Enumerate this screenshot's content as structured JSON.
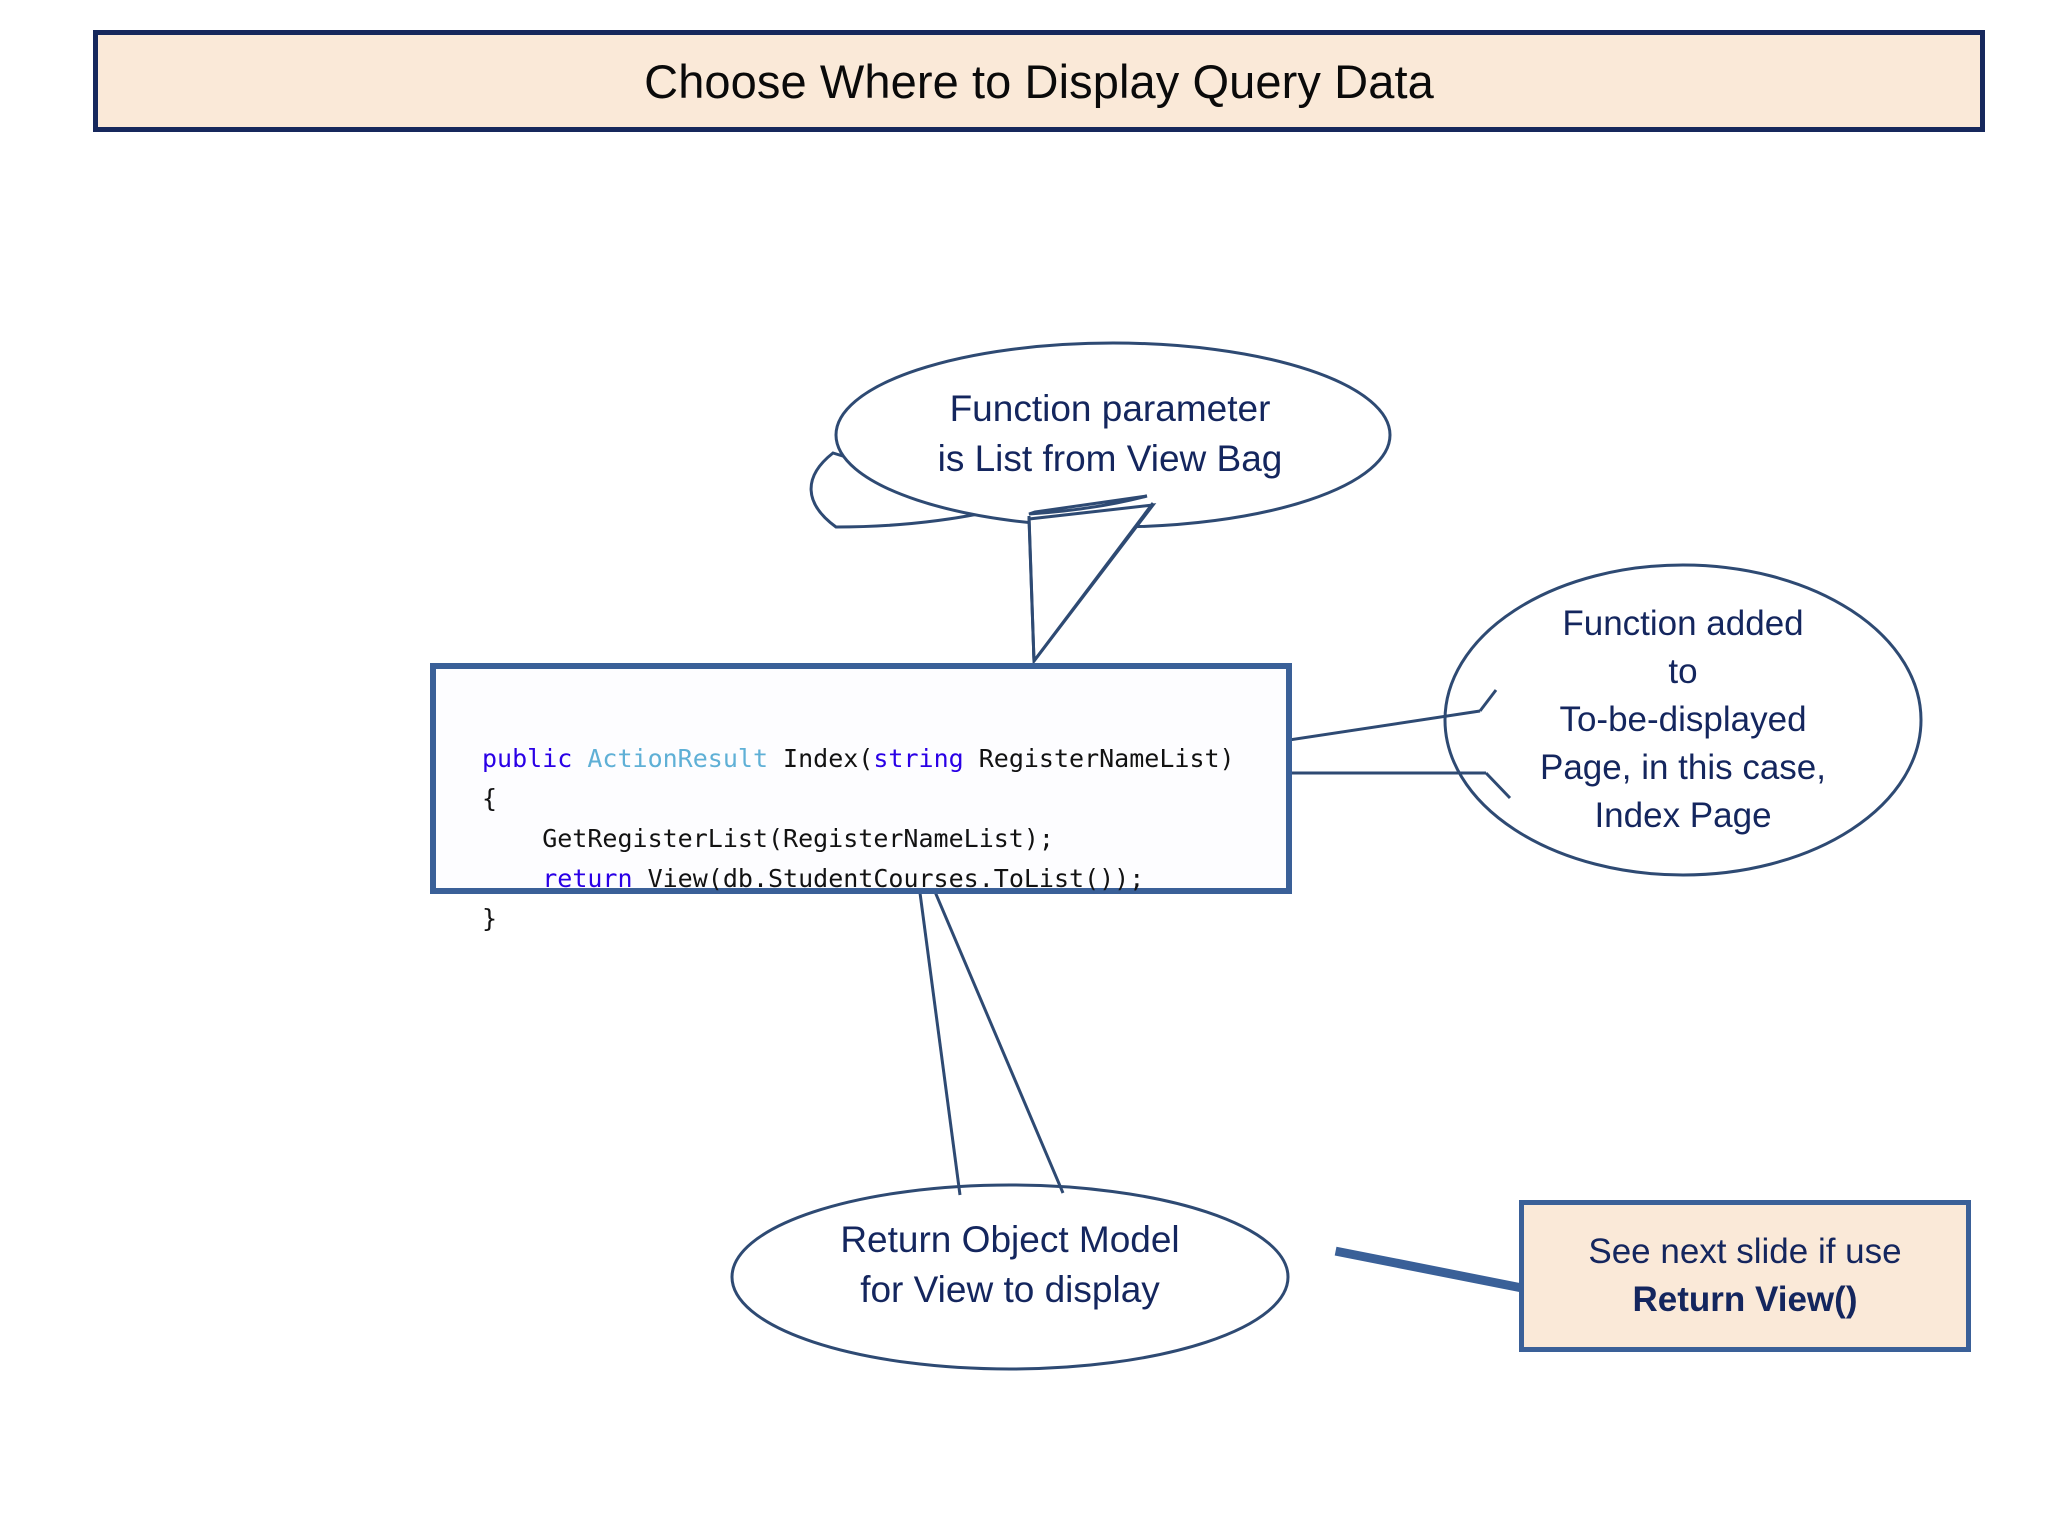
{
  "slide": {
    "title": "Choose Where to Display Query Data",
    "background": "#ffffff"
  },
  "colors": {
    "title_border": "#16285c",
    "title_fill": "#fae9d8",
    "code_border": "#3a6098",
    "callout_stroke": "#2e4a73",
    "callout_text": "#14265e",
    "note_fill": "#fae9d8",
    "note_border": "#3a6098",
    "keyword": "#2a00e6",
    "type": "#5fb0d6"
  },
  "code_block": {
    "language": "csharp",
    "lines": [
      {
        "id": "line-signature",
        "tokens": [
          {
            "text": "public",
            "style": "keyword"
          },
          {
            "text": " ",
            "style": "plain"
          },
          {
            "text": "ActionResult",
            "style": "type"
          },
          {
            "text": " Index(",
            "style": "plain"
          },
          {
            "text": "string",
            "style": "keyword"
          },
          {
            "text": " RegisterNameList)",
            "style": "plain"
          }
        ]
      },
      {
        "id": "line-open-brace",
        "tokens": [
          {
            "text": "{",
            "style": "plain"
          }
        ]
      },
      {
        "id": "line-getregisterlist",
        "tokens": [
          {
            "text": "    GetRegisterList(RegisterNameList);",
            "style": "plain"
          }
        ]
      },
      {
        "id": "line-return-view",
        "tokens": [
          {
            "text": "    ",
            "style": "plain"
          },
          {
            "text": "return",
            "style": "keyword"
          },
          {
            "text": " View(db.StudentCourses.ToList());",
            "style": "plain"
          }
        ]
      },
      {
        "id": "line-close-brace",
        "tokens": [
          {
            "text": "}",
            "style": "plain"
          }
        ]
      }
    ],
    "plain_text": "public ActionResult Index(string RegisterNameList)\n{\n    GetRegisterList(RegisterNameList);\n    return View(db.StudentCourses.ToList());\n}"
  },
  "callouts": [
    {
      "id": "callout-param",
      "name": "callout-function-parameter",
      "lines": [
        "Function parameter",
        "is List from View Bag"
      ],
      "points_to": "line-signature"
    },
    {
      "id": "callout-added",
      "name": "callout-function-added",
      "lines": [
        "Function added",
        "to",
        "To-be-displayed",
        "Page, in this case,",
        "Index Page"
      ],
      "points_to": "line-getregisterlist"
    },
    {
      "id": "callout-return",
      "name": "callout-return-object-model",
      "lines": [
        "Return Object Model",
        "for View to display"
      ],
      "points_to": "line-return-view"
    }
  ],
  "note_box": {
    "line1": "See next slide if use",
    "line2": "Return View()"
  }
}
